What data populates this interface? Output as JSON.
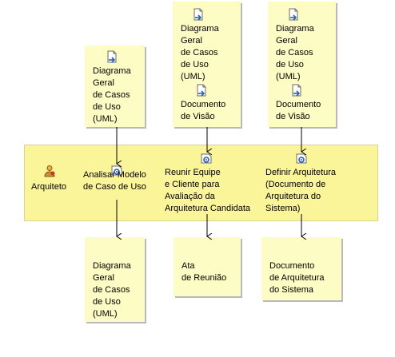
{
  "role": {
    "label": "Arquiteto",
    "icon": "role-person-icon"
  },
  "tasks": [
    {
      "id": "analisar",
      "label": "Analisar Modelo\nde Caso de Uso",
      "icon": "task-gear-icon"
    },
    {
      "id": "reunir",
      "label": "Reunir Equipe\ne Cliente para\nAvaliação da\nArquitetura Candidata",
      "icon": "task-gear-icon"
    },
    {
      "id": "definir",
      "label": "Definir Arquitetura\n(Documento de\nArquitetura do\nSistema)",
      "icon": "task-gear-icon"
    }
  ],
  "inputs": [
    {
      "id": "in-diagrama-1",
      "label": "Diagrama\nGeral\nde Casos\nde Uso\n(UML)",
      "icon": "artifact-document-icon"
    },
    {
      "id": "in-diagrama-2",
      "label": "Diagrama\nGeral\nde Casos\nde Uso\n(UML)",
      "icon": "artifact-document-icon"
    },
    {
      "id": "in-documento-2",
      "label": "Documento\nde Visão",
      "icon": "artifact-document-icon"
    },
    {
      "id": "in-diagrama-3",
      "label": "Diagrama\nGeral\nde Casos\nde Uso\n(UML)",
      "icon": "artifact-document-icon"
    },
    {
      "id": "in-documento-3",
      "label": "Documento\nde Visão",
      "icon": "artifact-document-icon"
    }
  ],
  "outputs": [
    {
      "id": "out-diagrama",
      "label": "Diagrama\nGeral\nde Casos\nde Uso\n(UML)"
    },
    {
      "id": "out-ata",
      "label": "Ata\nde Reunião"
    },
    {
      "id": "out-documento",
      "label": "Documento\nde Arquitetura\ndo Sistema"
    }
  ],
  "colors": {
    "lane": "#fbf59a",
    "artifact_box": "#fdfcc4",
    "arrow": "#000000"
  }
}
